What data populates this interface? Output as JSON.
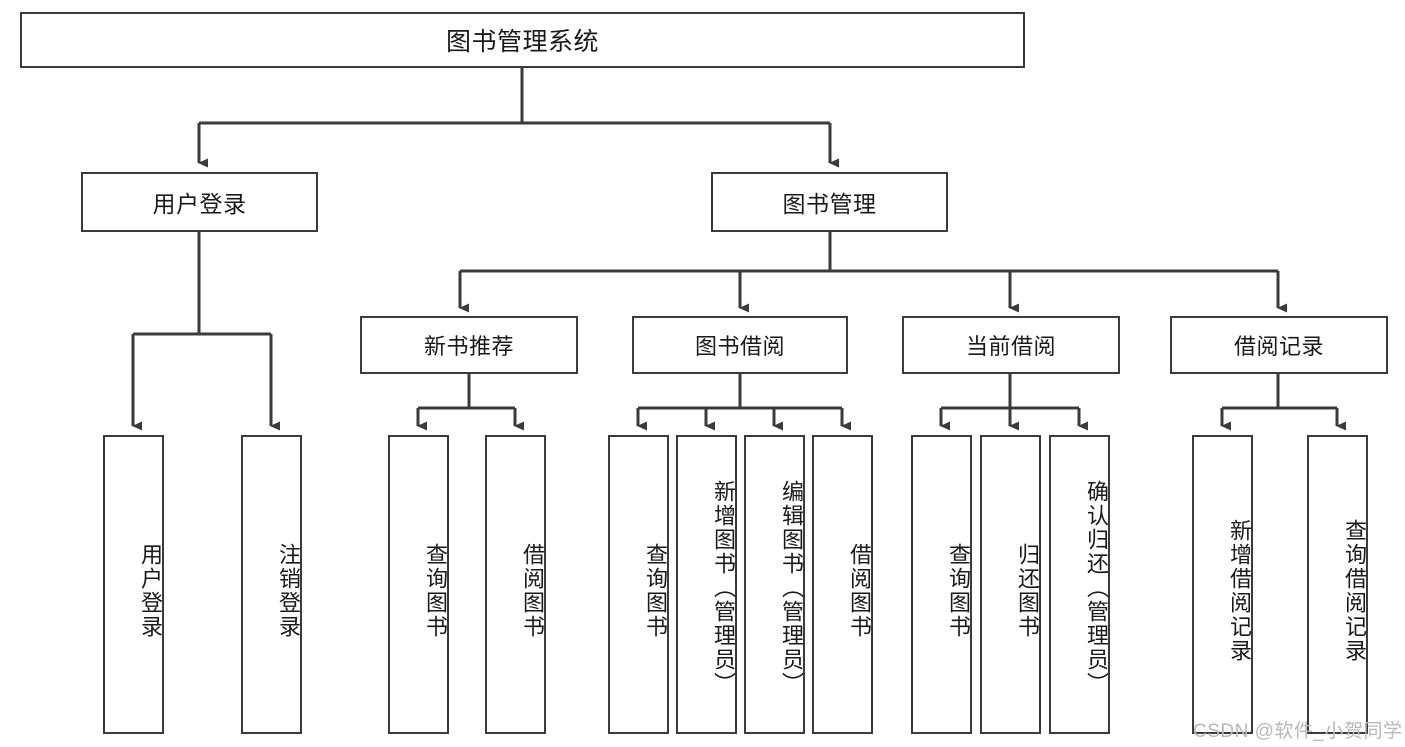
{
  "diagram": {
    "type": "hierarchy-tree",
    "title_text": "图书管理系统",
    "watermark": "CSDN @软件_小贺同学",
    "colors": {
      "box_border": "#3b3b3b",
      "box_fill": "#ffffff",
      "connector": "#3b3b3b",
      "text": "#1a1a1a",
      "watermark": "#b9b9b9",
      "background": "#ffffff"
    },
    "root": {
      "label": "图书管理系统"
    },
    "level2": [
      {
        "label": "用户登录"
      },
      {
        "label": "图书管理"
      }
    ],
    "level3": [
      {
        "label": "新书推荐"
      },
      {
        "label": "图书借阅"
      },
      {
        "label": "当前借阅"
      },
      {
        "label": "借阅记录"
      }
    ],
    "leaves": {
      "user_login": [
        {
          "label": "用户登录"
        },
        {
          "label": "注销登录"
        }
      ],
      "new_books": [
        {
          "label": "查询图书"
        },
        {
          "label": "借阅图书"
        }
      ],
      "book_borrow": [
        {
          "label": "查询图书"
        },
        {
          "label": "新增图书（管理员）"
        },
        {
          "label": "编辑图书（管理员）"
        },
        {
          "label": "借阅图书"
        }
      ],
      "current_borrow": [
        {
          "label": "查询图书"
        },
        {
          "label": "归还图书"
        },
        {
          "label": "确认归还（管理员）"
        }
      ],
      "borrow_records": [
        {
          "label": "新增借阅记录"
        },
        {
          "label": "查询借阅记录"
        }
      ]
    }
  }
}
